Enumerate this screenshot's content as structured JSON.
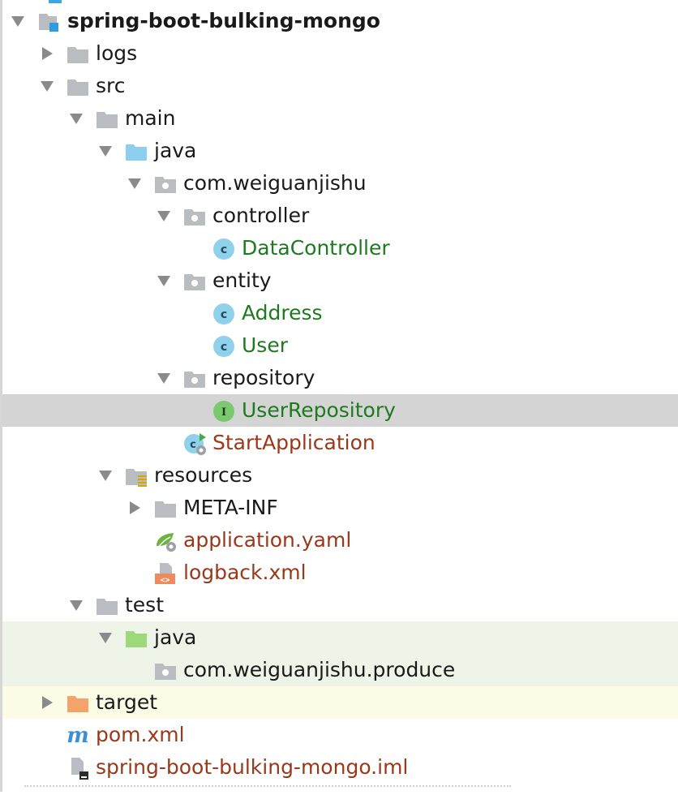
{
  "tree": [
    {
      "key": "root",
      "label": "spring-boot-bulking-mongo",
      "icon": "module-icon",
      "expanded": true,
      "bold": true
    },
    {
      "key": "logs",
      "label": "logs",
      "icon": "folder-icon",
      "expanded": false
    },
    {
      "key": "src",
      "label": "src",
      "icon": "folder-icon",
      "expanded": true
    },
    {
      "key": "main",
      "label": "main",
      "icon": "folder-icon",
      "expanded": true
    },
    {
      "key": "java",
      "label": "java",
      "icon": "source-folder-icon",
      "expanded": true
    },
    {
      "key": "pkg",
      "label": "com.weiguanjishu",
      "icon": "package-icon",
      "expanded": true
    },
    {
      "key": "controller",
      "label": "controller",
      "icon": "package-icon",
      "expanded": true
    },
    {
      "key": "datacontroller",
      "label": "DataController",
      "icon": "class-icon",
      "color": "green"
    },
    {
      "key": "entity",
      "label": "entity",
      "icon": "package-icon",
      "expanded": true
    },
    {
      "key": "address",
      "label": "Address",
      "icon": "class-icon",
      "color": "green"
    },
    {
      "key": "user",
      "label": "User",
      "icon": "class-icon",
      "color": "green"
    },
    {
      "key": "repository",
      "label": "repository",
      "icon": "package-icon",
      "expanded": true
    },
    {
      "key": "userrepository",
      "label": "UserRepository",
      "icon": "interface-icon",
      "color": "green",
      "selected": true
    },
    {
      "key": "startapp",
      "label": "StartApplication",
      "icon": "spring-boot-class-icon",
      "color": "brown"
    },
    {
      "key": "resources",
      "label": "resources",
      "icon": "resources-folder-icon",
      "expanded": true
    },
    {
      "key": "metainf",
      "label": "META-INF",
      "icon": "folder-icon",
      "expanded": false
    },
    {
      "key": "appyaml",
      "label": "application.yaml",
      "icon": "spring-config-icon",
      "color": "brown"
    },
    {
      "key": "logback",
      "label": "logback.xml",
      "icon": "xml-file-icon",
      "color": "brown"
    },
    {
      "key": "test",
      "label": "test",
      "icon": "folder-icon",
      "expanded": true
    },
    {
      "key": "testjava",
      "label": "java",
      "icon": "test-source-folder-icon",
      "expanded": true,
      "bg": "test"
    },
    {
      "key": "testpkg",
      "label": "com.weiguanjishu.produce",
      "icon": "package-icon",
      "bg": "test"
    },
    {
      "key": "target",
      "label": "target",
      "icon": "excluded-folder-icon",
      "expanded": false,
      "bg": "excluded"
    },
    {
      "key": "pom",
      "label": "pom.xml",
      "icon": "maven-icon",
      "color": "brown"
    },
    {
      "key": "iml",
      "label": "spring-boot-bulking-mongo.iml",
      "icon": "iml-file-icon",
      "color": "brown"
    }
  ],
  "colors": {
    "selected_bg": "#d4d4d4",
    "test_bg": "#eef5e8",
    "excluded_bg": "#fbfbe6",
    "class_text": "#1e7a1e",
    "file_text": "#99391a",
    "class_icon": "#8fd0ea",
    "interface_icon": "#7bc96f",
    "folder": "#b9bcc0",
    "source_folder": "#8ecfef",
    "test_folder": "#9dd87a",
    "excluded_folder": "#f5a36b"
  }
}
